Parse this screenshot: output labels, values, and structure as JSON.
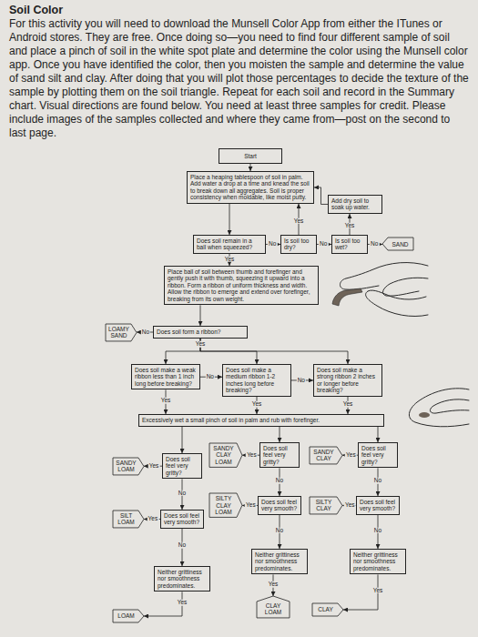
{
  "diagram": {
    "title": "Soil Color",
    "nodes": [
      {
        "text": [
          "Start"
        ]
      },
      {
        "text": [
          "Place a heaping tablespoon of soil in palm. Add water a drop at a time and knead the soil to break down all aggregates. Soil is proper consistency when moldable, like moist putty."
        ]
      },
      {
        "text": [
          "Add dry soil to soak up water."
        ]
      },
      {
        "text": [
          "Does soil remain in a ball when squeezed?"
        ]
      },
      {
        "text": [
          "Is soil too dry?"
        ]
      },
      {
        "text": [
          "Is soil too wet?"
        ]
      },
      {
        "text": [
          "SAND"
        ]
      },
      {
        "text": [
          "Place ball of soil between thumb and forefinger and gently push it with thumb, squeezing it upward into a ribbon. Form a ribbon of uniform thickness and width. Allow the ribbon to emerge and extend over forefinger, breaking from its own weight."
        ]
      },
      {
        "text": [
          "LOAMY SAND"
        ]
      },
      {
        "text": [
          "Does soil form a ribbon?"
        ]
      },
      {
        "text": [
          "Does soil make a weak ribbon less than 1 inch long before breaking?"
        ]
      },
      {
        "text": [
          "Does soil make a medium ribbon 1-2 inches long before breaking?"
        ]
      },
      {
        "text": [
          "Does soil make a strong ribbon 2 inches or longer before breaking?"
        ]
      },
      {
        "text": [
          "Excessively wet a small pinch of soil in palm and rub with forefinger."
        ]
      },
      {
        "text": [
          "Does soil feel very gritty?"
        ]
      },
      {
        "text": [
          "Does soil feel very gritty?"
        ]
      },
      {
        "text": [
          "Does soil feel very gritty?"
        ]
      },
      {
        "text": [
          "SANDY LOAM"
        ]
      },
      {
        "text": [
          "SANDY CLAY LOAM"
        ]
      },
      {
        "text": [
          "SANDY CLAY"
        ]
      },
      {
        "text": [
          "Does soil feel very smooth?"
        ]
      },
      {
        "text": [
          "Does soil feel very smooth?"
        ]
      },
      {
        "text": [
          "Does soil feel very smooth?"
        ]
      },
      {
        "text": [
          "SILT LOAM"
        ]
      },
      {
        "text": [
          "SILTY CLAY LOAM"
        ]
      },
      {
        "text": [
          "SILTY CLAY"
        ]
      },
      {
        "text": [
          "Neither grittiness nor smoothness predominates."
        ]
      },
      {
        "text": [
          "Neither grittiness nor smoothness predominates."
        ]
      },
      {
        "text": [
          "Neither grittiness nor smoothness predominates."
        ]
      },
      {
        "text": [
          "LOAM"
        ]
      },
      {
        "text": [
          "CLAY LOAM"
        ]
      },
      {
        "text": [
          "CLAY"
        ]
      }
    ],
    "edges": [
      {
        "from": 0,
        "to": 1,
        "arrow": "to"
      },
      {
        "from": 1,
        "to": 3,
        "arrow": "to"
      },
      {
        "from": 3,
        "to": 4,
        "label": "No",
        "arrow": "to"
      },
      {
        "from": 4,
        "to": 5,
        "label": "No",
        "arrow": "to"
      },
      {
        "from": 5,
        "to": 6,
        "label": "No",
        "arrow": "to"
      },
      {
        "from": 4,
        "to": 1,
        "label": "Yes",
        "arrow": "to"
      },
      {
        "from": 5,
        "to": 2,
        "label": "Yes",
        "arrow": "to"
      },
      {
        "from": 2,
        "to": 1,
        "arrow": "to"
      },
      {
        "from": 3,
        "to": 7,
        "label": "Yes",
        "arrow": "to"
      },
      {
        "from": 7,
        "to": 9,
        "arrow": "to"
      },
      {
        "from": 9,
        "to": 8,
        "label": "No",
        "arrow": "to"
      },
      {
        "from": 9,
        "to": 10,
        "arrow": "to"
      },
      {
        "from": 9,
        "to": 11,
        "label": "Yes",
        "arrow": "to"
      },
      {
        "from": 9,
        "to": 12,
        "arrow": "to"
      },
      {
        "from": 10,
        "to": 11,
        "label": "No",
        "arrow": "to"
      },
      {
        "from": 11,
        "to": 12,
        "label": "No",
        "arrow": "to"
      },
      {
        "from": 10,
        "to": 13,
        "label": "Yes",
        "arrow": "to"
      },
      {
        "from": 11,
        "to": 13,
        "label": "Yes",
        "arrow": "to"
      },
      {
        "from": 12,
        "to": 13,
        "label": "Yes",
        "arrow": "to"
      },
      {
        "from": 13,
        "to": 14,
        "arrow": "to"
      },
      {
        "from": 13,
        "to": 15,
        "arrow": "to"
      },
      {
        "from": 13,
        "to": 16,
        "arrow": "to"
      },
      {
        "from": 14,
        "to": 17,
        "label": "Yes",
        "arrow": "to"
      },
      {
        "from": 14,
        "to": 20,
        "label": "No",
        "arrow": "to"
      },
      {
        "from": 15,
        "to": 18,
        "label": "Yes",
        "arrow": "to"
      },
      {
        "from": 15,
        "to": 21,
        "label": "No",
        "arrow": "to"
      },
      {
        "from": 16,
        "to": 19,
        "label": "Yes",
        "arrow": "to"
      },
      {
        "from": 16,
        "to": 22,
        "label": "No",
        "arrow": "to"
      },
      {
        "from": 20,
        "to": 23,
        "label": "Yes",
        "arrow": "to"
      },
      {
        "from": 20,
        "to": 26,
        "label": "No",
        "arrow": "to"
      },
      {
        "from": 21,
        "to": 24,
        "label": "Yes",
        "arrow": "to"
      },
      {
        "from": 21,
        "to": 27,
        "label": "No",
        "arrow": "to"
      },
      {
        "from": 22,
        "to": 25,
        "label": "Yes",
        "arrow": "to"
      },
      {
        "from": 22,
        "to": 28,
        "label": "No",
        "arrow": "to"
      },
      {
        "from": 26,
        "to": 29,
        "label": "Yes",
        "arrow": "to"
      },
      {
        "from": 27,
        "to": 30,
        "label": "Yes",
        "arrow": "to"
      },
      {
        "from": 28,
        "to": 31,
        "label": "Yes",
        "arrow": "to"
      }
    ],
    "labels": [
      "For this activity you will need to download the Munsell Color App from either the ITunes or Android stores. They are free. Once doing so—you need to find four different sample of soil and place a pinch of soil in the white spot plate and determine the color using the Munsell color app. Once you have identified the color, then you moisten the sample and determine the value of sand silt and clay. After doing that you will plot those percentages to decide the texture of the sample by plotting them on the soil triangle. Repeat for each soil and record in the Summary chart. Visual directions are found below. You need at least three samples for credit. Please include images of the samples collected and where they came from—post on the second to last page."
    ]
  }
}
